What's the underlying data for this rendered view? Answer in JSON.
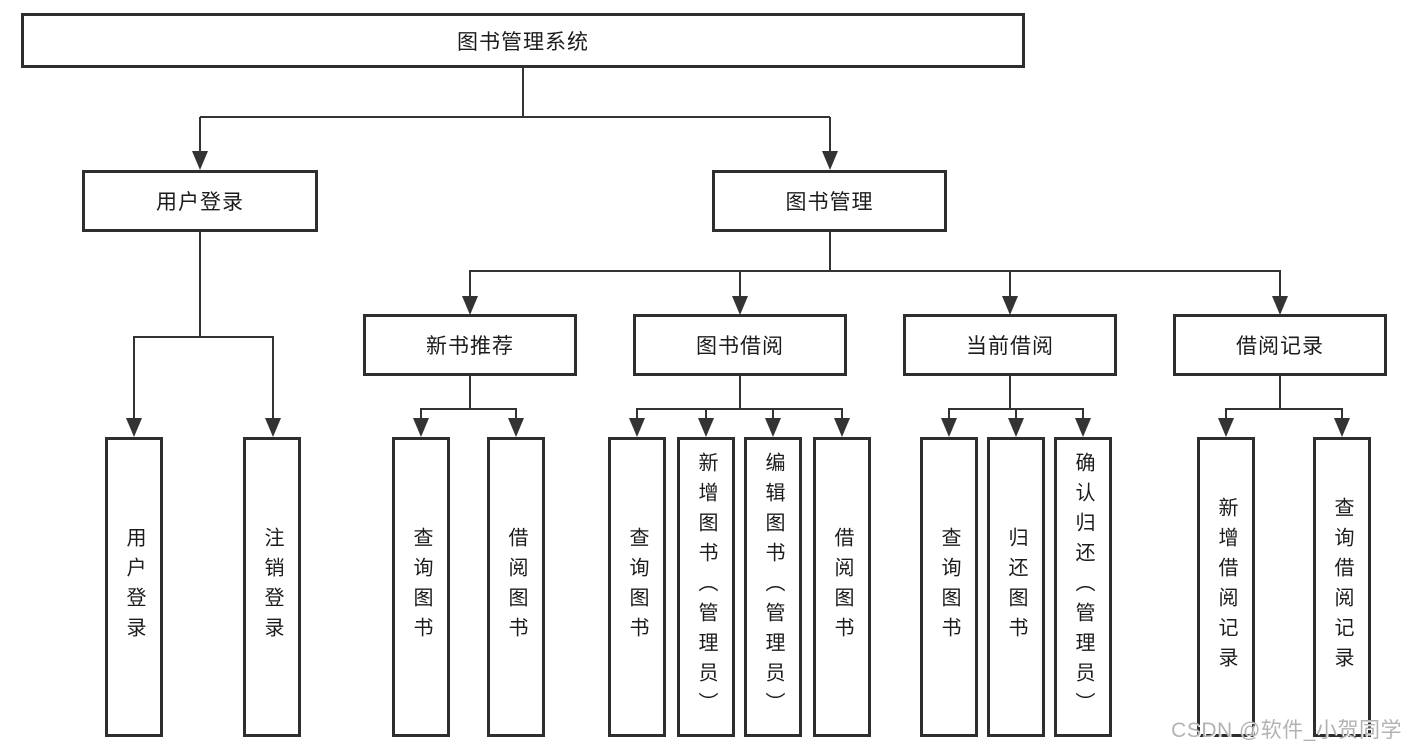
{
  "title": "图书管理系统",
  "level2": {
    "user_login": "用户登录",
    "book_management": "图书管理"
  },
  "level3": {
    "new_books": "新书推荐",
    "borrow": "图书借阅",
    "current": "当前借阅",
    "records": "借阅记录"
  },
  "leaves": {
    "user_login_children": [
      "用户登录",
      "注销登录"
    ],
    "new_books_children": [
      "查询图书",
      "借阅图书"
    ],
    "borrow_children": [
      "查询图书",
      "新增图书（管理员）",
      "编辑图书（管理员）",
      "借阅图书"
    ],
    "current_children": [
      "查询图书",
      "归还图书",
      "确认归还（管理员）"
    ],
    "records_children": [
      "新增借阅记录",
      "查询借阅记录"
    ]
  },
  "watermark": "CSDN @软件_小贺同学",
  "colors": {
    "line": "#333333",
    "box_border": "#2e2e2e",
    "text": "#1c1c1c",
    "watermark": "#b3b3b3",
    "background": "#ffffff"
  }
}
